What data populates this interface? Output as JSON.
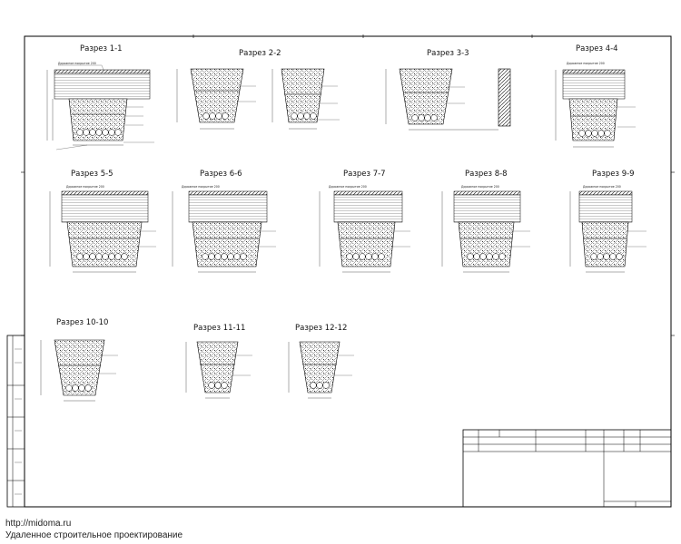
{
  "sections": [
    {
      "title": "Разрез 1-1",
      "label": "Дорожное покрытие 200"
    },
    {
      "title": "Разрез 2-2",
      "label": ""
    },
    {
      "title": "Разрез 3-3",
      "label": ""
    },
    {
      "title": "Разрез 4-4",
      "label": "Дорожное покрытие 200"
    },
    {
      "title": "Разрез 5-5",
      "label": "Дорожное покрытие 200"
    },
    {
      "title": "Разрез 6-6",
      "label": "Дорожное покрытие 200"
    },
    {
      "title": "Разрез 7-7",
      "label": "Дорожное покрытие 200"
    },
    {
      "title": "Разрез 8-8",
      "label": "Дорожное покрытие 200"
    },
    {
      "title": "Разрез 9-9",
      "label": "Дорожное покрытие 200"
    },
    {
      "title": "Разрез 10-10",
      "label": ""
    },
    {
      "title": "Разрез 11-11",
      "label": ""
    },
    {
      "title": "Разрез 12-12",
      "label": ""
    }
  ],
  "footer": {
    "url": "http://midoma.ru",
    "caption": "Удаленное строительное проектирование"
  }
}
